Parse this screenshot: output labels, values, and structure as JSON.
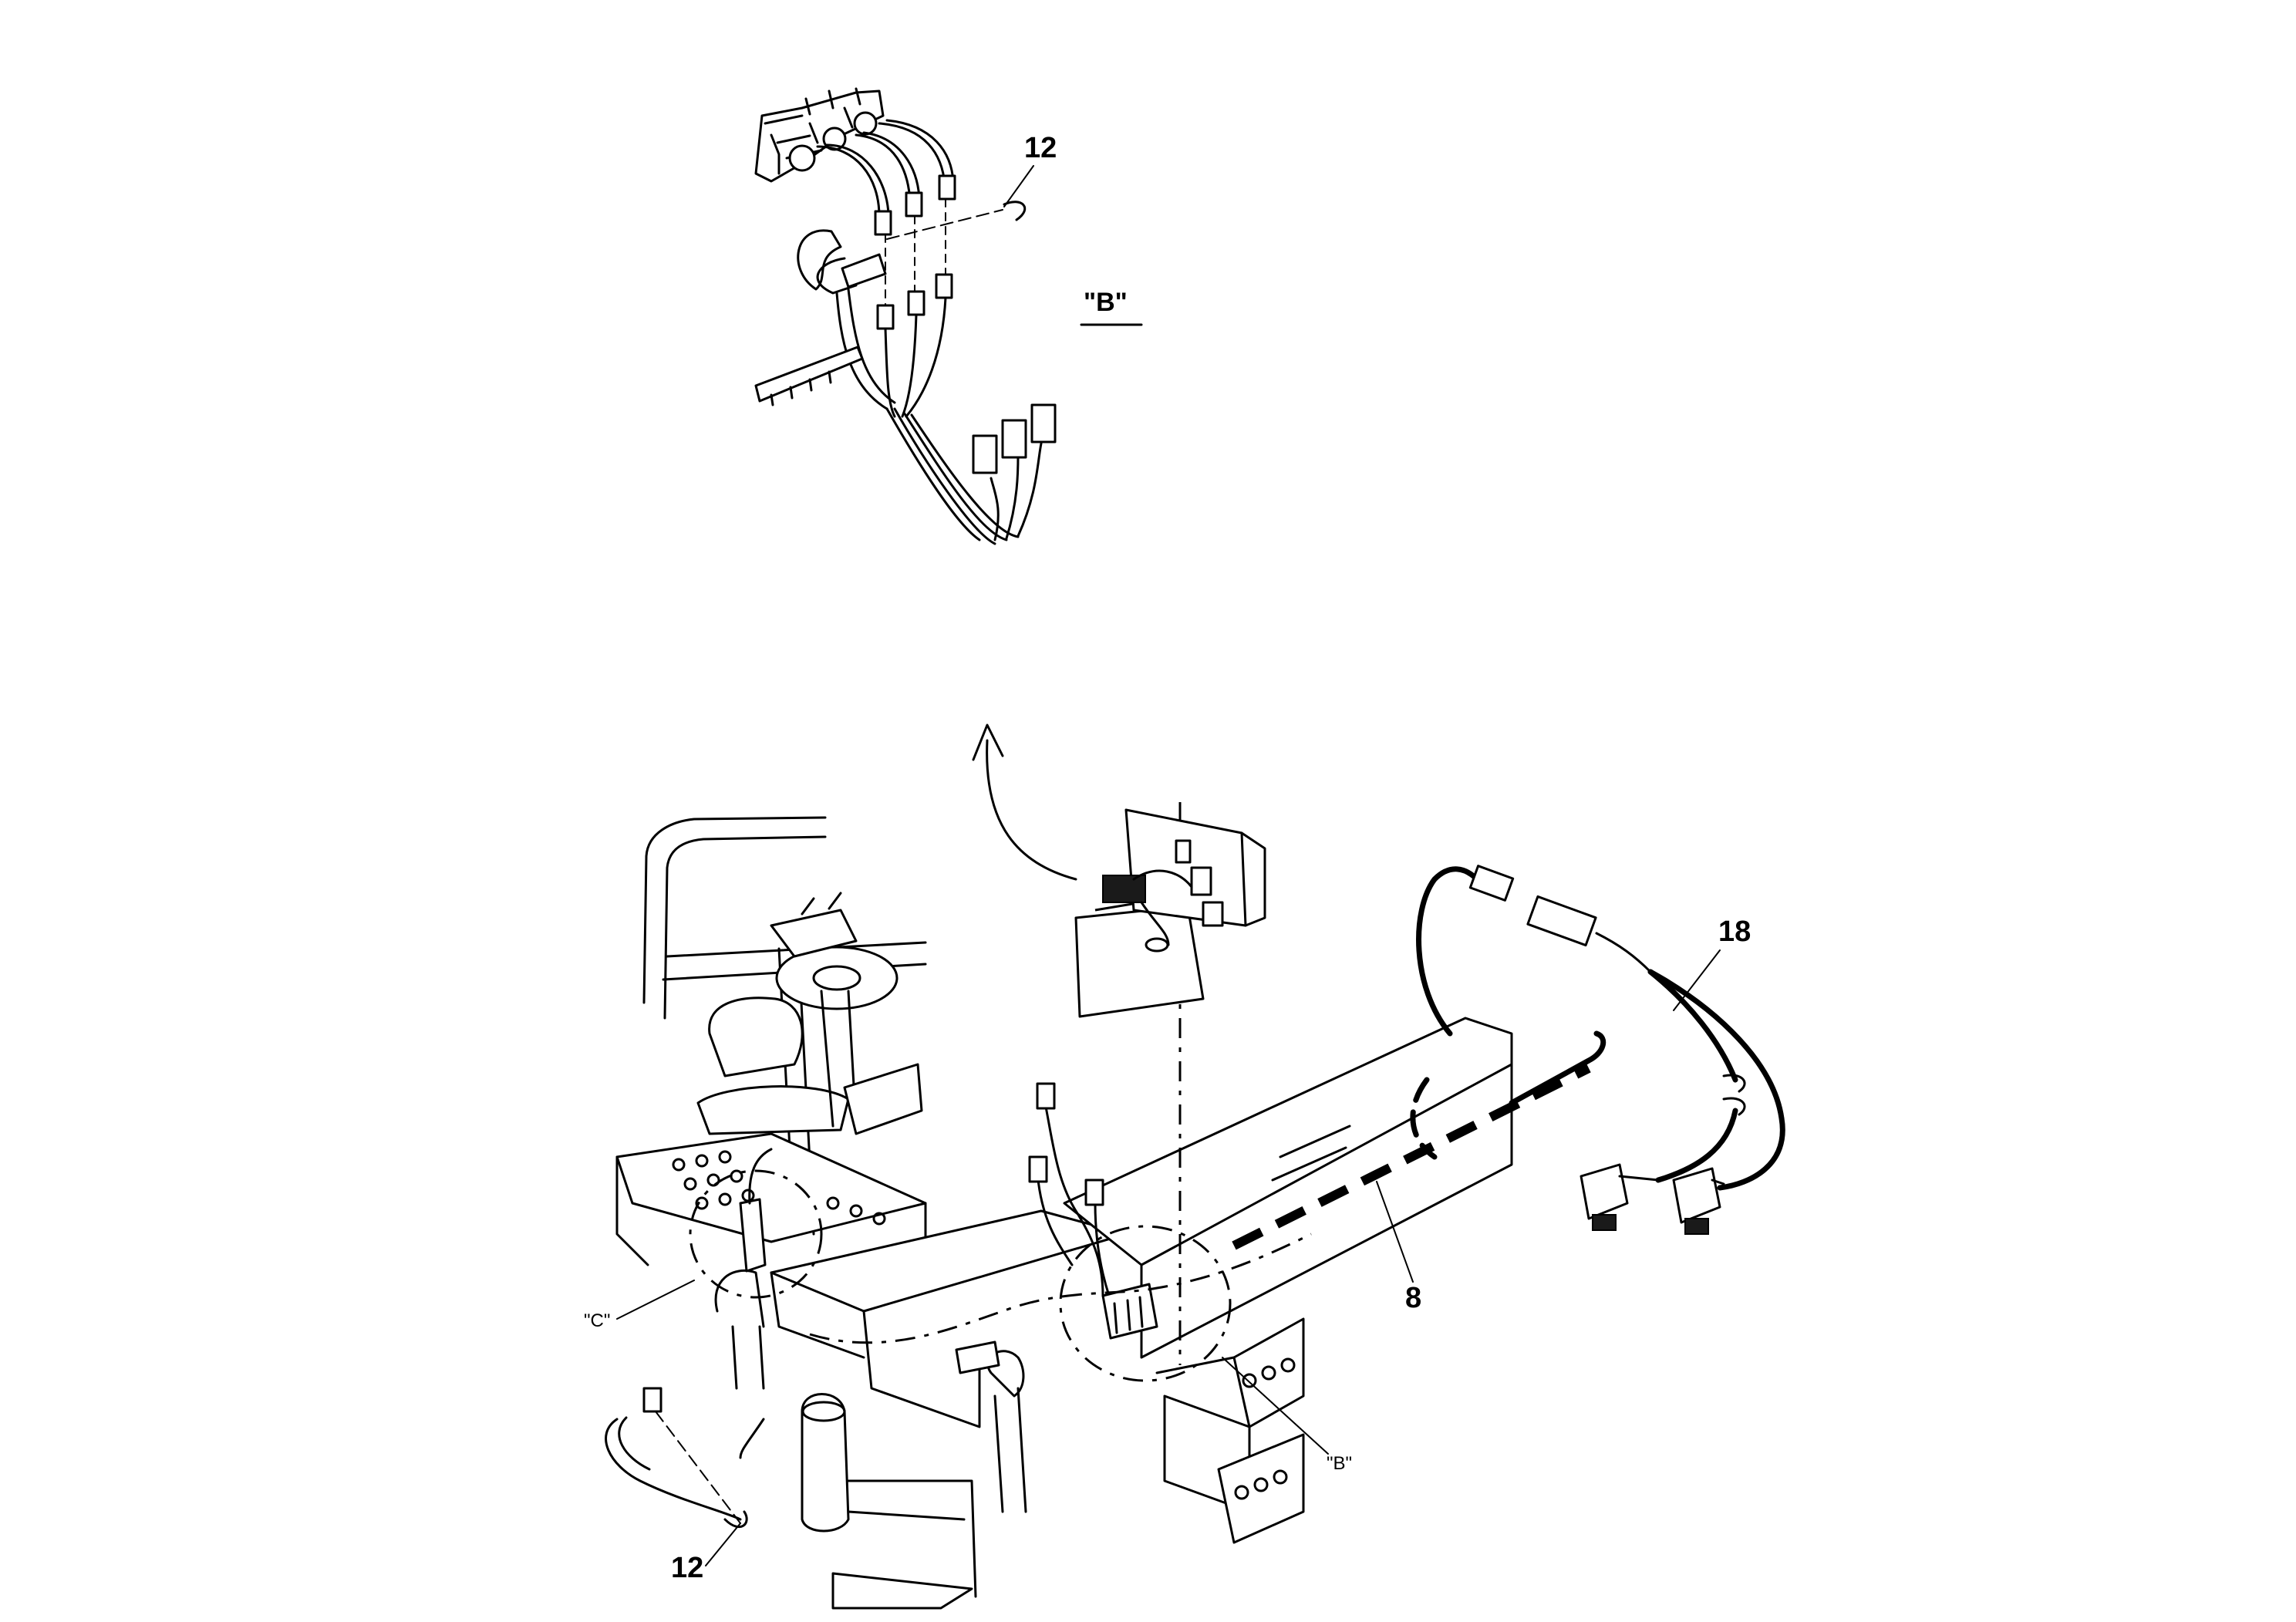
{
  "callouts": {
    "c12_top": "12",
    "c12_bottom": "12",
    "c18": "18",
    "c8": "8"
  },
  "detail_views": {
    "b_heading": "\"B\"",
    "b_label": "\"B\"",
    "c_label": "\"C\""
  },
  "colors": {
    "line": "#000000",
    "background": "#ffffff"
  }
}
